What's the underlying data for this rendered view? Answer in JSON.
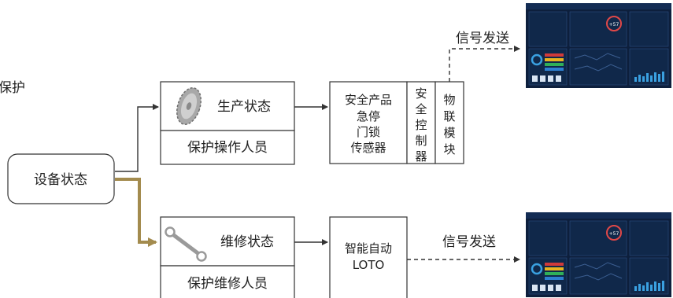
{
  "left_fragment": "保护",
  "device_state": "设备状态",
  "production": {
    "title": "生产状态",
    "subtitle": "保护操作人员"
  },
  "maintenance": {
    "title": "维修状态",
    "subtitle": "保护维修人员"
  },
  "safety_products": [
    "安全产品",
    "急停",
    "门锁",
    "传感器"
  ],
  "safety_controller": [
    "安",
    "全",
    "控",
    "制",
    "器"
  ],
  "iot_module": [
    "物",
    "联",
    "模",
    "块"
  ],
  "smart_loto": [
    "智能自动",
    "LOTO"
  ],
  "signal_top": "信号发送",
  "signal_bottom": "信号发送",
  "dashboard": {
    "kpi_top": "+57",
    "kpi_bottom": "+57"
  },
  "colors": {
    "arrow_dark": "#333333",
    "arrow_gold": "#a38b4e",
    "dashboard_bg": "#0d1f3c"
  }
}
